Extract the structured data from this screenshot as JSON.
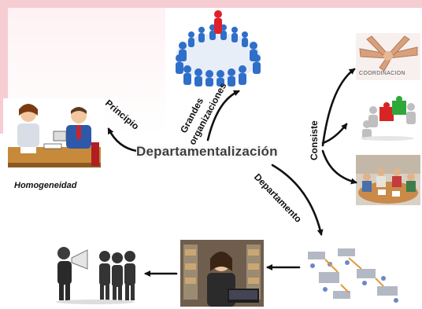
{
  "title": "Departamentalización",
  "labels": {
    "grandes_line1": "Grandes",
    "grandes_line2": "organizaciones",
    "principio": "Principio",
    "consiste": "Consiste",
    "departamento": "Departamento",
    "homogeneidad": "Homogeneidad",
    "coordinacion": "COORDINACION"
  },
  "colors": {
    "pink": "#f6cdd3",
    "arrow": "#111111",
    "text": "#3d3d3d"
  }
}
